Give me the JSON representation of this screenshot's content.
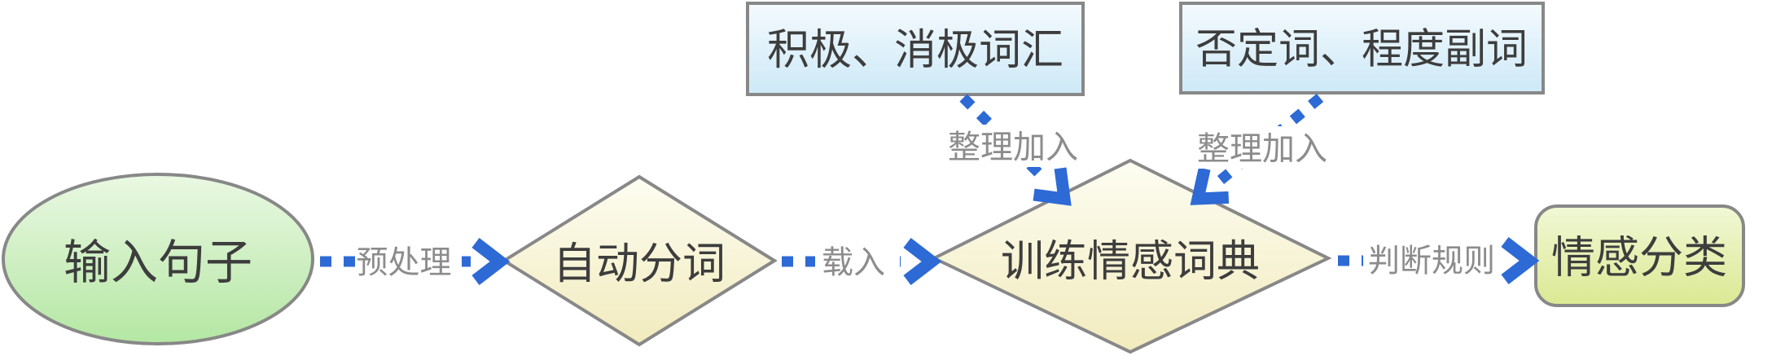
{
  "background": "#ffffff",
  "colors": {
    "arrow_blue": "#2d6ad5",
    "edge_label_gray": "#8c8c8c",
    "node_text": "#3d3d3d",
    "node_border": "#888888",
    "ellipse_fill_top": "#eaf8e3",
    "ellipse_fill_bottom": "#b4e7a3",
    "diamond_fill_top": "#fdfdf2",
    "diamond_fill_bottom": "#f1ebbd",
    "box_fill_top": "#f4fafe",
    "box_fill_bottom": "#cde9f7",
    "result_fill_top": "#f1f8d6",
    "result_fill_bottom": "#dbe993"
  },
  "nodes": {
    "input": {
      "label": "输入句子",
      "shape": "ellipse"
    },
    "segmentation": {
      "label": "自动分词",
      "shape": "diamond"
    },
    "train_dictionary": {
      "label": "训练情感词典",
      "shape": "diamond"
    },
    "sentiment_classification": {
      "label": "情感分类",
      "shape": "rounded-rect"
    },
    "positive_negative_words": {
      "label": "积极、消极词汇",
      "shape": "rect"
    },
    "negation_degree_adverbs": {
      "label": "否定词、程度副词",
      "shape": "rect"
    }
  },
  "edges": {
    "preprocess": {
      "label": "预处理",
      "from": "input",
      "to": "segmentation"
    },
    "load": {
      "label": "载入",
      "from": "segmentation",
      "to": "train_dictionary"
    },
    "judge_rules": {
      "label": "判断规则",
      "from": "train_dictionary",
      "to": "sentiment_classification"
    },
    "add_positive": {
      "label": "整理加入",
      "from": "positive_negative_words",
      "to": "train_dictionary"
    },
    "add_negation": {
      "label": "整理加入",
      "from": "negation_degree_adverbs",
      "to": "train_dictionary"
    }
  }
}
